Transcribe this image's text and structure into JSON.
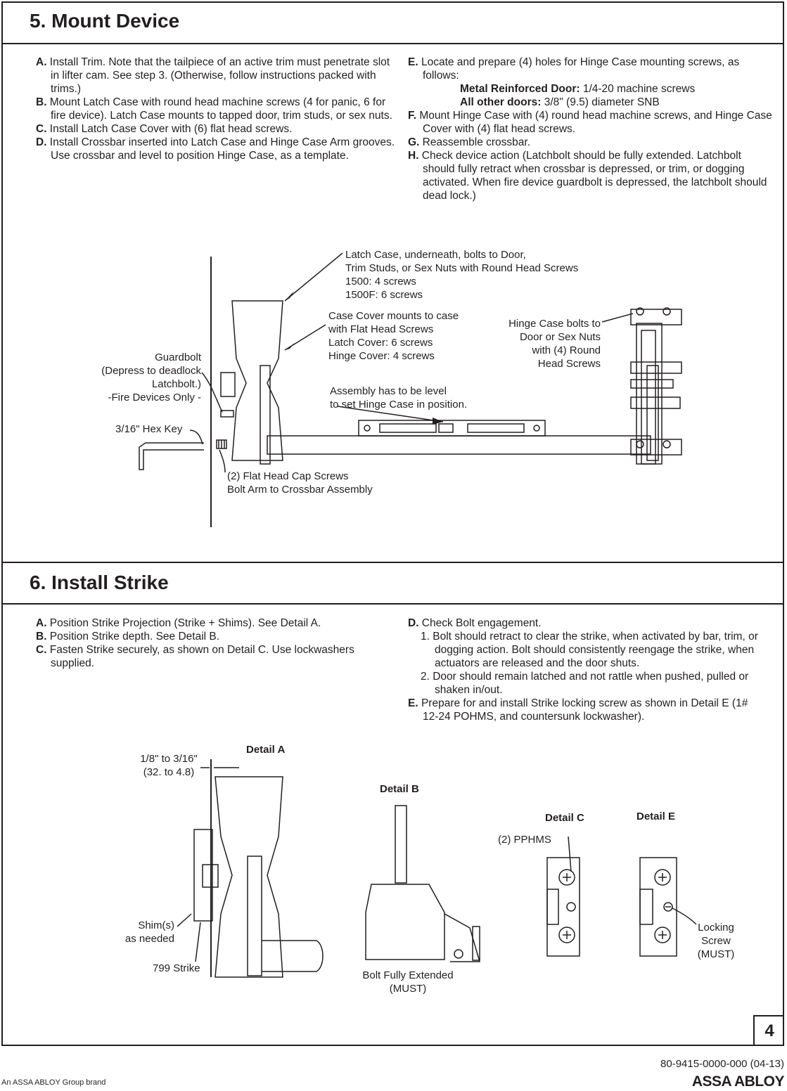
{
  "section5": {
    "title": "5. Mount Device",
    "left": [
      {
        "key": "A.",
        "text": " Install Trim. Note that the tailpiece of an active trim must penetrate slot in lifter cam. See step 3. (Otherwise, follow instructions packed with trims.)"
      },
      {
        "key": "B.",
        "text": " Mount Latch Case with round head machine screws (4 for panic, 6 for fire device). Latch Case mounts to tapped door, trim studs, or sex nuts."
      },
      {
        "key": "C.",
        "text": " Install Latch Case Cover with (6) flat head screws."
      },
      {
        "key": "D.",
        "text": " Install Crossbar inserted into Latch Case and Hinge Case Arm grooves. Use crossbar and level to position Hinge Case, as a template."
      }
    ],
    "right": {
      "e": {
        "key": "E.",
        "text": " Locate and prepare (4) holes for Hinge Case mounting screws, as follows:"
      },
      "e_sub1": {
        "key": "Metal Reinforced Door:",
        "text": " 1/4-20 machine screws"
      },
      "e_sub2": {
        "key": "All other doors:",
        "text": " 3/8\" (9.5) diameter SNB"
      },
      "f": {
        "key": "F.",
        "text": " Mount Hinge Case with (4) round head machine screws, and Hinge Case Cover with (4) flat head screws."
      },
      "g": {
        "key": "G.",
        "text": " Reassemble crossbar."
      },
      "h": {
        "key": "H.",
        "text": " Check device action (Latchbolt should be fully extended. Latchbolt should fully retract when crossbar is depressed, or trim, or dogging activated. When fire device guardbolt is depressed, the latchbolt should dead lock.)"
      }
    },
    "labels": {
      "latch_case": [
        "Latch Case, underneath, bolts to Door,",
        "Trim Studs, or Sex Nuts with Round Head Screws",
        "1500: 4 screws",
        "1500F: 6 screws"
      ],
      "case_cover": [
        "Case Cover mounts to case",
        "with Flat Head Screws",
        "Latch Cover: 6 screws",
        "Hinge Cover: 4 screws"
      ],
      "hinge_case": [
        "Hinge Case bolts to",
        "Door or Sex Nuts",
        "with (4) Round",
        "Head Screws"
      ],
      "guardbolt": [
        "Guardbolt",
        "(Depress to deadlock",
        "Latchbolt.)",
        "-Fire Devices Only -"
      ],
      "assembly": [
        "Assembly has to be level",
        "to set Hinge Case in position."
      ],
      "hex_key": "3/16\" Hex Key",
      "cap_screws": [
        "(2) Flat Head Cap Screws",
        "Bolt Arm to Crossbar Assembly"
      ]
    }
  },
  "section6": {
    "title": "6. Install Strike",
    "left": [
      {
        "key": "A.",
        "text": " Position Strike Projection (Strike + Shims). See Detail A."
      },
      {
        "key": "B.",
        "text": " Position Strike depth. See Detail B."
      },
      {
        "key": "C.",
        "text": " Fasten Strike securely, as shown on Detail C. Use lockwashers supplied."
      }
    ],
    "right": {
      "d": {
        "key": "D.",
        "text": " Check Bolt engagement."
      },
      "d1": "1. Bolt should retract to clear the strike, when activated by bar, trim, or dogging action. Bolt should consistently reengage the strike, when actuators are released and the door shuts.",
      "d2": "2. Door should remain latched and not rattle when pushed, pulled or shaken in/out.",
      "e": {
        "key": "E.",
        "text": " Prepare for and install Strike locking screw as shown in Detail E (1# 12-24 POHMS, and countersunk lockwasher)."
      }
    },
    "labels": {
      "detail_a": "Detail A",
      "detail_b": "Detail B",
      "detail_c": "Detail C",
      "detail_e": "Detail E",
      "dim": [
        "1/8\" to 3/16\"",
        "(32. to 4.8)"
      ],
      "shims": [
        "Shim(s)",
        "as needed"
      ],
      "strike": "799 Strike",
      "bolt": [
        "Bolt Fully Extended",
        "(MUST)"
      ],
      "pphms": "(2) PPHMS",
      "locking": [
        "Locking",
        "Screw",
        "(MUST)"
      ]
    }
  },
  "footer": {
    "page": "4",
    "doc_number": "80-9415-0000-000 (04-13)",
    "brand_line": "An ASSA ABLOY Group brand",
    "logo": "ASSA ABLOY"
  }
}
